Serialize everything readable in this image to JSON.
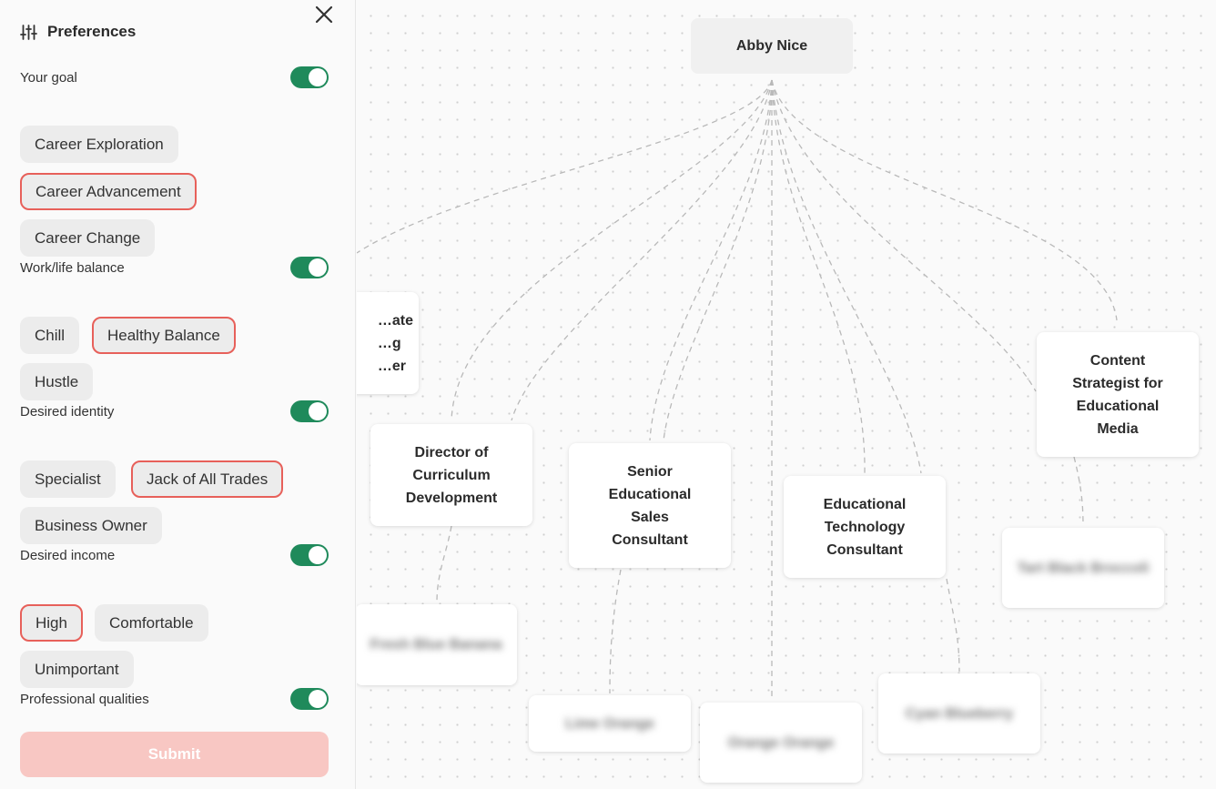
{
  "sidebar": {
    "title": "Preferences",
    "submit_label": "Submit",
    "sections": [
      {
        "label": "Your goal",
        "options": [
          "Career Exploration",
          "Career Advancement",
          "Career Change"
        ],
        "selected": "Career Advancement",
        "enabled": true
      },
      {
        "label": "Work/life balance",
        "options": [
          "Chill",
          "Healthy Balance",
          "Hustle"
        ],
        "selected": "Healthy Balance",
        "enabled": true
      },
      {
        "label": "Desired identity",
        "options": [
          "Specialist",
          "Jack of All Trades",
          "Business Owner"
        ],
        "selected": "Jack of All Trades",
        "enabled": true
      },
      {
        "label": "Desired income",
        "options": [
          "High",
          "Comfortable",
          "Unimportant"
        ],
        "selected": "High",
        "enabled": true
      },
      {
        "label": "Professional qualities",
        "enabled": true
      }
    ]
  },
  "tree": {
    "root": "Abby Nice",
    "nodes": [
      {
        "id": "partial",
        "label": "…ate\n…g\n…er"
      },
      {
        "id": "director",
        "label": "Director of\nCurriculum\nDevelopment"
      },
      {
        "id": "senior",
        "label": "Senior\nEducational\nSales\nConsultant"
      },
      {
        "id": "edtech",
        "label": "Educational\nTechnology\nConsultant"
      },
      {
        "id": "content",
        "label": "Content\nStrategist for\nEducational\nMedia"
      },
      {
        "id": "blur1",
        "label": "Fresh Blue Banana",
        "blurred": true
      },
      {
        "id": "blur2",
        "label": "Lime Orange",
        "blurred": true
      },
      {
        "id": "blur3",
        "label": "Orange Orange",
        "blurred": true
      },
      {
        "id": "blur4",
        "label": "Cyan Blueberry",
        "blurred": true
      },
      {
        "id": "blur5",
        "label": "Tart Black Broccoli",
        "blurred": true
      }
    ]
  },
  "colors": {
    "accent": "#e7605a",
    "toggle_on": "#1f8a5b",
    "submit_disabled": "#f8c7c3"
  },
  "icons": {
    "header": "sliders-icon",
    "close": "close-icon"
  }
}
